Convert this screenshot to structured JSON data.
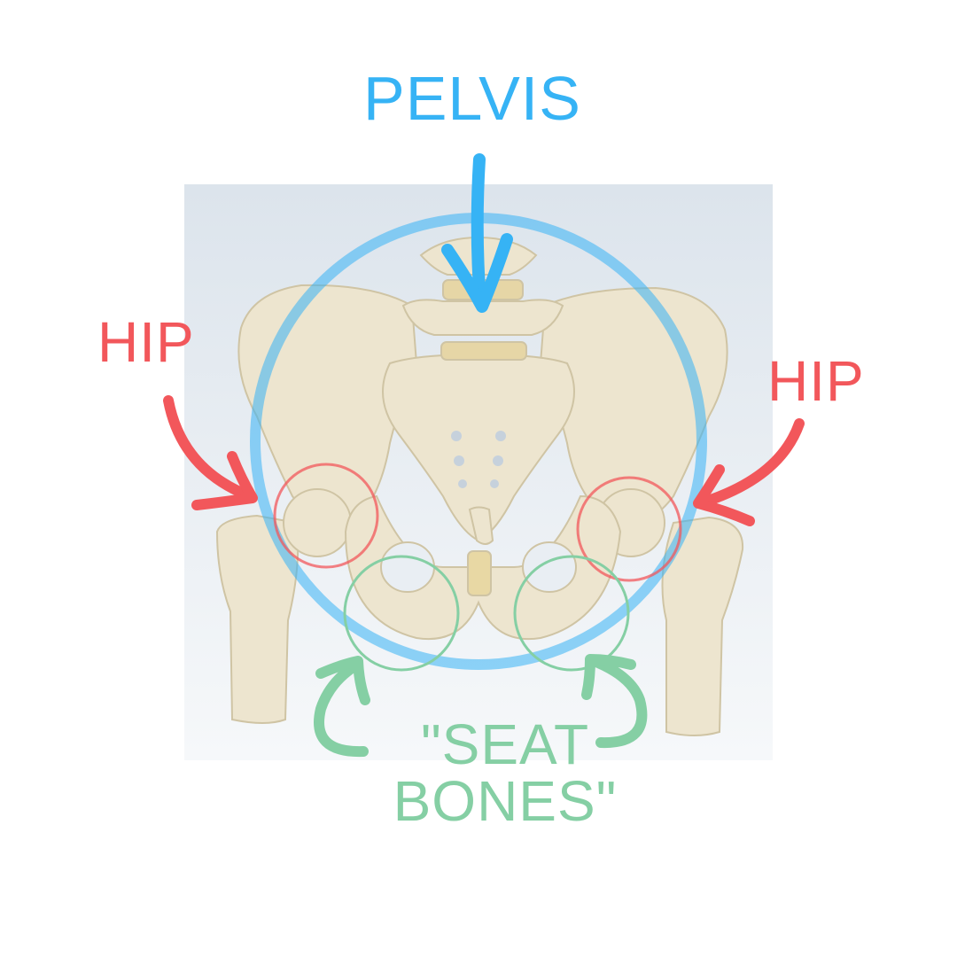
{
  "labels": {
    "pelvis": "PELVIS",
    "hip_left": "HIP",
    "hip_right": "HIP",
    "seat_line1": "\"SEAT",
    "seat_line2": "BONES\""
  },
  "colors": {
    "pelvis": "#36b3f5",
    "hip": "#f2575b",
    "seat": "#85cfa4",
    "bone": "#ede5cf",
    "bone_shadow": "#d9cfb2",
    "backdrop_top": "#dce4ec",
    "backdrop_bottom": "#f6f8fa"
  },
  "icons": {
    "pelvis_arrow": "down-arrow-icon",
    "hip_arrows": "curved-arrow-icon",
    "seat_arrows": "curved-arrow-icon"
  }
}
